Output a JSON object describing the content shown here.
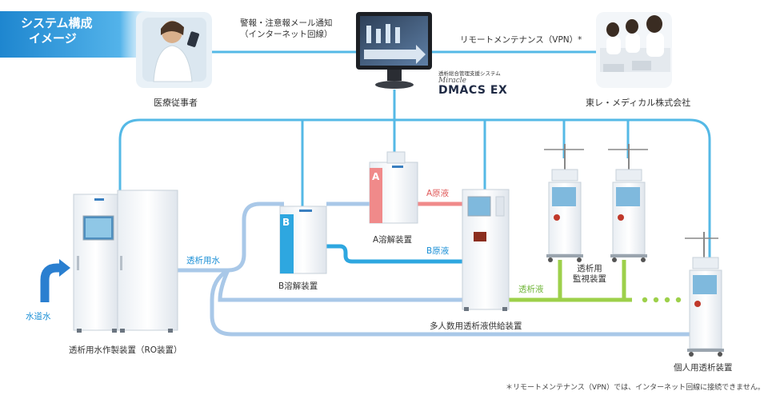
{
  "title": {
    "line1": "システム構成",
    "line2": "イメージ"
  },
  "top_labels": {
    "medical_staff": "医療従事者",
    "alert_mail_line1": "警報・注意報メール通知",
    "alert_mail_line2": "（インターネット回線）",
    "remote_maintenance": "リモートメンテナンス（VPN）*",
    "company": "東レ・メディカル株式会社",
    "system_sub": "透析総合管理支援システム",
    "system_brand1": "Miracle",
    "system_brand2": "DMACS EX"
  },
  "devices": {
    "ro_unit": "透析用水作製装置（RO装置）",
    "b_dissolver": "B溶解装置",
    "a_dissolver": "A溶解装置",
    "central_supply": "多人数用透析液供給装置",
    "monitor_line1": "透析用",
    "monitor_line2": "監視装置",
    "personal_unit": "個人用透析装置"
  },
  "flows": {
    "tap_water": "水道水",
    "dialysis_water": "透析用水",
    "a_concentrate": "A原液",
    "b_concentrate": "B原液",
    "dialysate": "透析液"
  },
  "badges": {
    "a": "A",
    "b": "B"
  },
  "footnote": "＊リモートメンテナンス（VPN）では、インターネット回線に接続できません。",
  "colors": {
    "network": "#55b9e6",
    "water": "#a9c8e8",
    "a_line": "#f08a8a",
    "b_line": "#2ea7e0",
    "dialysate": "#9dd04a",
    "title_bg": "#2a8fd0"
  }
}
